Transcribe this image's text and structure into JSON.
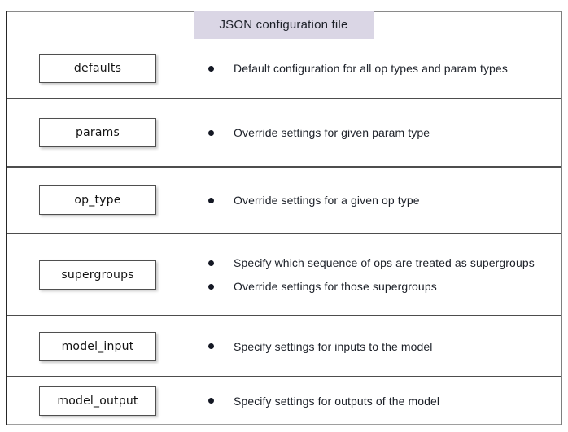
{
  "title": {
    "label": "JSON configuration file"
  },
  "colors": {
    "title_bg": "#dad6e5",
    "divider": "#4d4d4d",
    "text": "#1d2129",
    "bullet": "#141824",
    "frame_border": "#808080"
  },
  "sections": [
    {
      "label": "defaults",
      "bullets": [
        "Default configuration for all op types and param types"
      ]
    },
    {
      "label": "params",
      "bullets": [
        "Override settings for given param type"
      ]
    },
    {
      "label": "op_type",
      "bullets": [
        "Override settings for a given op type"
      ]
    },
    {
      "label": "supergroups",
      "bullets": [
        "Specify which sequence of ops are treated as supergroups",
        "Override settings for those supergroups"
      ]
    },
    {
      "label": "model_input",
      "bullets": [
        "Specify settings for inputs to the model"
      ]
    },
    {
      "label": "model_output",
      "bullets": [
        "Specify settings for outputs of the model"
      ]
    }
  ]
}
